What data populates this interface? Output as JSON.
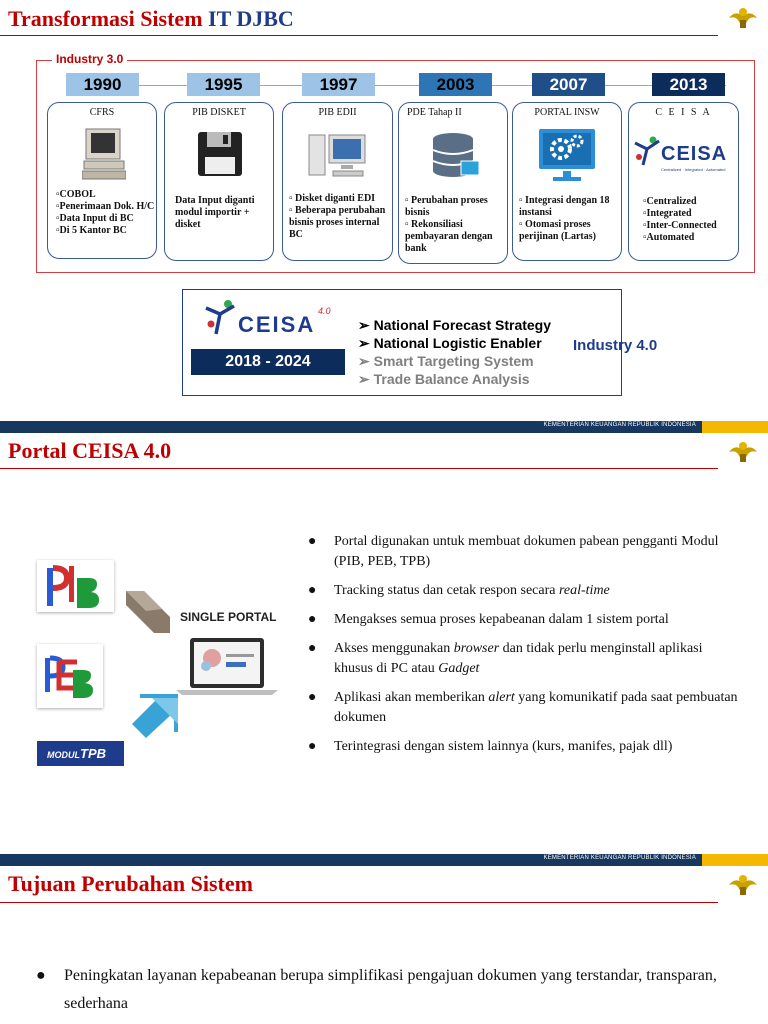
{
  "slide1": {
    "title_part1": "Transformasi Sistem ",
    "title_part2": "IT DJBC",
    "industry3_label": "Industry 3.0",
    "years": [
      "1990",
      "1995",
      "1997",
      "2003",
      "2007",
      "2013"
    ],
    "cards": [
      {
        "title": "CFRS",
        "items": [
          "COBOL",
          "Penerimaan Dok. H/C",
          "Data Input di BC",
          "Di 5 Kantor BC"
        ]
      },
      {
        "title": "PIB DISKET",
        "items": [
          "Data Input diganti modul importir + disket"
        ]
      },
      {
        "title": "PIB EDII",
        "items": [
          "Disket diganti EDI",
          "Beberapa perubahan bisnis proses internal BC"
        ]
      },
      {
        "title": "PDE Tahap II",
        "items": [
          "Perubahan proses bisnis",
          "Rekonsiliasi pembayaran dengan bank"
        ]
      },
      {
        "title": "PORTAL INSW",
        "items": [
          "Integrasi dengan 18 instansi",
          "Otomasi proses perijinan (Lartas)"
        ]
      },
      {
        "title": "C E I S A",
        "items": [
          "Centralized",
          "Integrated",
          "Inter-Connected",
          "Automated"
        ]
      }
    ],
    "ceisa_logo_text": "CEISA",
    "ceisa_sub": "Centralized · Integrated · Automated",
    "ceisa40_logo_text": "CEISA",
    "ceisa40_version": "4.0",
    "period": "2018 - 2024",
    "industry4_items": [
      "National Forecast Strategy",
      "National Logistic Enabler",
      "Smart Targeting System",
      "Trade Balance Analysis"
    ],
    "industry4_label": "Industry 4.0"
  },
  "footer_text": "KEMENTERIAN KEUANGAN REPUBLIK INDONESIA",
  "slide2": {
    "title": "Portal CEISA 4.0",
    "single_portal": "SINGLE PORTAL",
    "modul_tpb_a": "MODUL",
    "modul_tpb_b": "TPB",
    "bullets": [
      [
        "Portal digunakan untuk membuat dokumen pabean pengganti Modul (PIB, PEB, TPB)"
      ],
      [
        "Tracking status dan cetak respon secara ",
        "real-time",
        ""
      ],
      [
        "Mengakses semua proses kepabeanan dalam 1 sistem portal"
      ],
      [
        "Akses menggunakan ",
        "browser",
        " dan tidak perlu menginstall aplikasi khusus di PC atau ",
        "Gadget",
        ""
      ],
      [
        "Aplikasi akan memberikan ",
        "alert",
        " yang komunikatif pada saat pembuatan dokumen"
      ],
      [
        "Terintegrasi dengan sistem lainnya (kurs, manifes, pajak dll)"
      ]
    ]
  },
  "slide3": {
    "title": "Tujuan Perubahan Sistem",
    "bullet": "Peningkatan layanan kepabeanan berupa simplifikasi pengajuan dokumen yang terstandar, transparan, sederhana"
  },
  "colors": {
    "title_red": "#c00000",
    "navy": "#17375e",
    "gold": "#f5b800"
  }
}
